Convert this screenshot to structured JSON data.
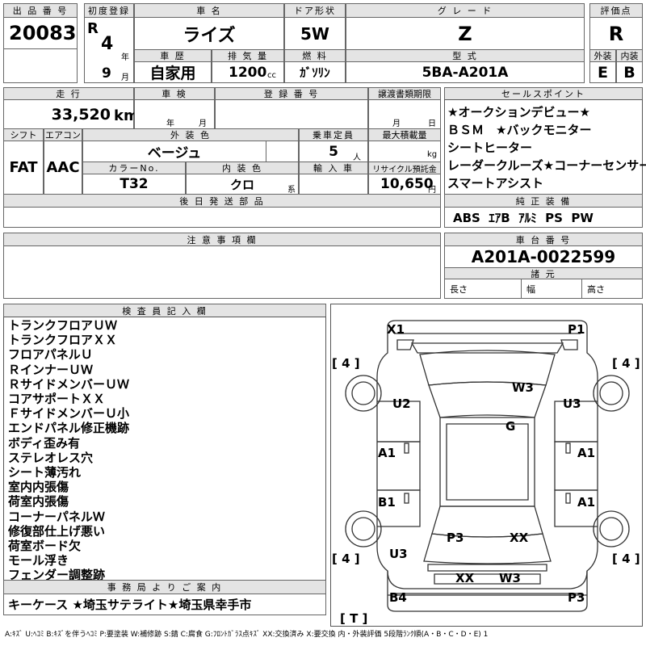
{
  "header": {
    "lot_no_label": "出 品 番 号",
    "lot_no": "20083",
    "first_reg_label": "初度登録",
    "era": "R",
    "year": "4",
    "year_unit": "年",
    "month": "9",
    "month_unit": "月",
    "car_name_label": "車 名",
    "car_name": "ライズ",
    "door_label": "ドア形状",
    "door": "5W",
    "grade_label": "グ レ ー ド",
    "grade": "Z",
    "score_label": "評価点",
    "score": "R",
    "history_label": "車 歴",
    "history": "自家用",
    "displacement_label": "排 気 量",
    "displacement": "1200",
    "displacement_unit": "cc",
    "fuel_label": "燃 料",
    "fuel": "ｶﾞｿﾘﾝ",
    "model_label": "型 式",
    "model": "5BA-A201A",
    "ext_label": "外装",
    "ext": "E",
    "int_label": "内装",
    "int": "B"
  },
  "row2": {
    "mileage_label": "走 行",
    "mileage": "33,520",
    "mileage_unit": "km",
    "inspection_label": "車 検",
    "insp_year_unit": "年",
    "insp_month_unit": "月",
    "reg_no_label": "登 録 番 号",
    "transfer_label": "譲渡書類期限",
    "transfer_month_unit": "月",
    "transfer_day_unit": "日",
    "shift_label": "シフト",
    "shift": "FAT",
    "ac_label": "エアコン",
    "ac": "AAC",
    "color_label": "外 装 色",
    "color": "ベージュ",
    "capacity_label": "乗車定員",
    "capacity": "5",
    "capacity_unit": "人",
    "load_label": "最大積載量",
    "load_unit": "kg",
    "color_no_label": "カラーNo.",
    "color_no": "T32",
    "int_color_label": "内 装 色",
    "int_color": "クロ",
    "int_color_unit": "系",
    "import_label": "輸 入 車",
    "recycle_label": "リサイクル預託金",
    "recycle": "10,650",
    "recycle_unit": "円",
    "later_parts_label": "後 日 発 送 部 品"
  },
  "sales_points": {
    "label": "セールスポイント",
    "lines": [
      "★オークションデビュー★",
      "ＢＳＭ　★バックモニター",
      "シートヒーター",
      "レーダークルーズ★コーナーセンサー",
      "スマートアシスト"
    ]
  },
  "equipment": {
    "label": "純 正 装 備",
    "items": "ABS  ｴｱB  ｱﾙﾐ  PS  PW"
  },
  "notes_label": "注 意 事 項 欄",
  "chassis": {
    "label": "車 台 番 号",
    "number": "A201A-0022599",
    "dims_label": "諸 元",
    "length_label": "長さ",
    "width_label": "幅",
    "height_label": "高さ"
  },
  "inspector": {
    "label": "検 査 員 記 入 欄",
    "lines": [
      "トランクフロアＵＷ",
      "トランクフロアＸＸ",
      "フロアパネルＵ",
      "ＲインナーＵＷ",
      "ＲサイドメンバーＵＷ",
      "コアサポートＸＸ",
      "ＦサイドメンバーＵ小",
      "エンドパネル修正機跡",
      "ボディ歪み有",
      "ステレオレス穴",
      "シート薄汚れ",
      "室内内張傷",
      "荷室内張傷",
      "コーナーパネルＷ",
      "修復部仕上げ悪い",
      "荷室ボード欠",
      "モール浮き",
      "フェンダー調整跡"
    ]
  },
  "office": {
    "label": "事 務 局 よ り ご 案 内",
    "text": "キーケース ★埼玉サテライト★埼玉県幸手市"
  },
  "diagram": {
    "marks": {
      "x1": "X1",
      "p1": "P1",
      "w3_top": "W3",
      "u2": "U2",
      "u3": "U3",
      "g": "G",
      "a1_left": "A1",
      "a1_right": "A1",
      "b1": "B1",
      "a1_right2": "A1",
      "p3_mid": "P3",
      "xx_mid": "XX",
      "u3_rear": "U3",
      "xx_bottom": "XX",
      "w3_bottom": "W3",
      "b4": "B4",
      "p3_bottom": "P3"
    },
    "tire_marks": {
      "front_left": "[ 4 ]",
      "front_right": "[ 4 ]",
      "rear_left": "[ 4 ]",
      "rear_right": "[ 4 ]",
      "spare": "[ T ]"
    }
  },
  "legend": "A:ｷｽﾞ  U:ﾍｺﾐ  B:ｷｽﾞを伴うﾍｺﾐ  P:要塗装  W:補修跡  S:錆  C:腐食  G:ﾌﾛﾝﾄｶﾞﾗｽ点ｷｽﾞ  XX:交換済み  X:要交換  内・外装評価  5段階ﾗﾝｸ順(A・B・C・D・E)  1"
}
